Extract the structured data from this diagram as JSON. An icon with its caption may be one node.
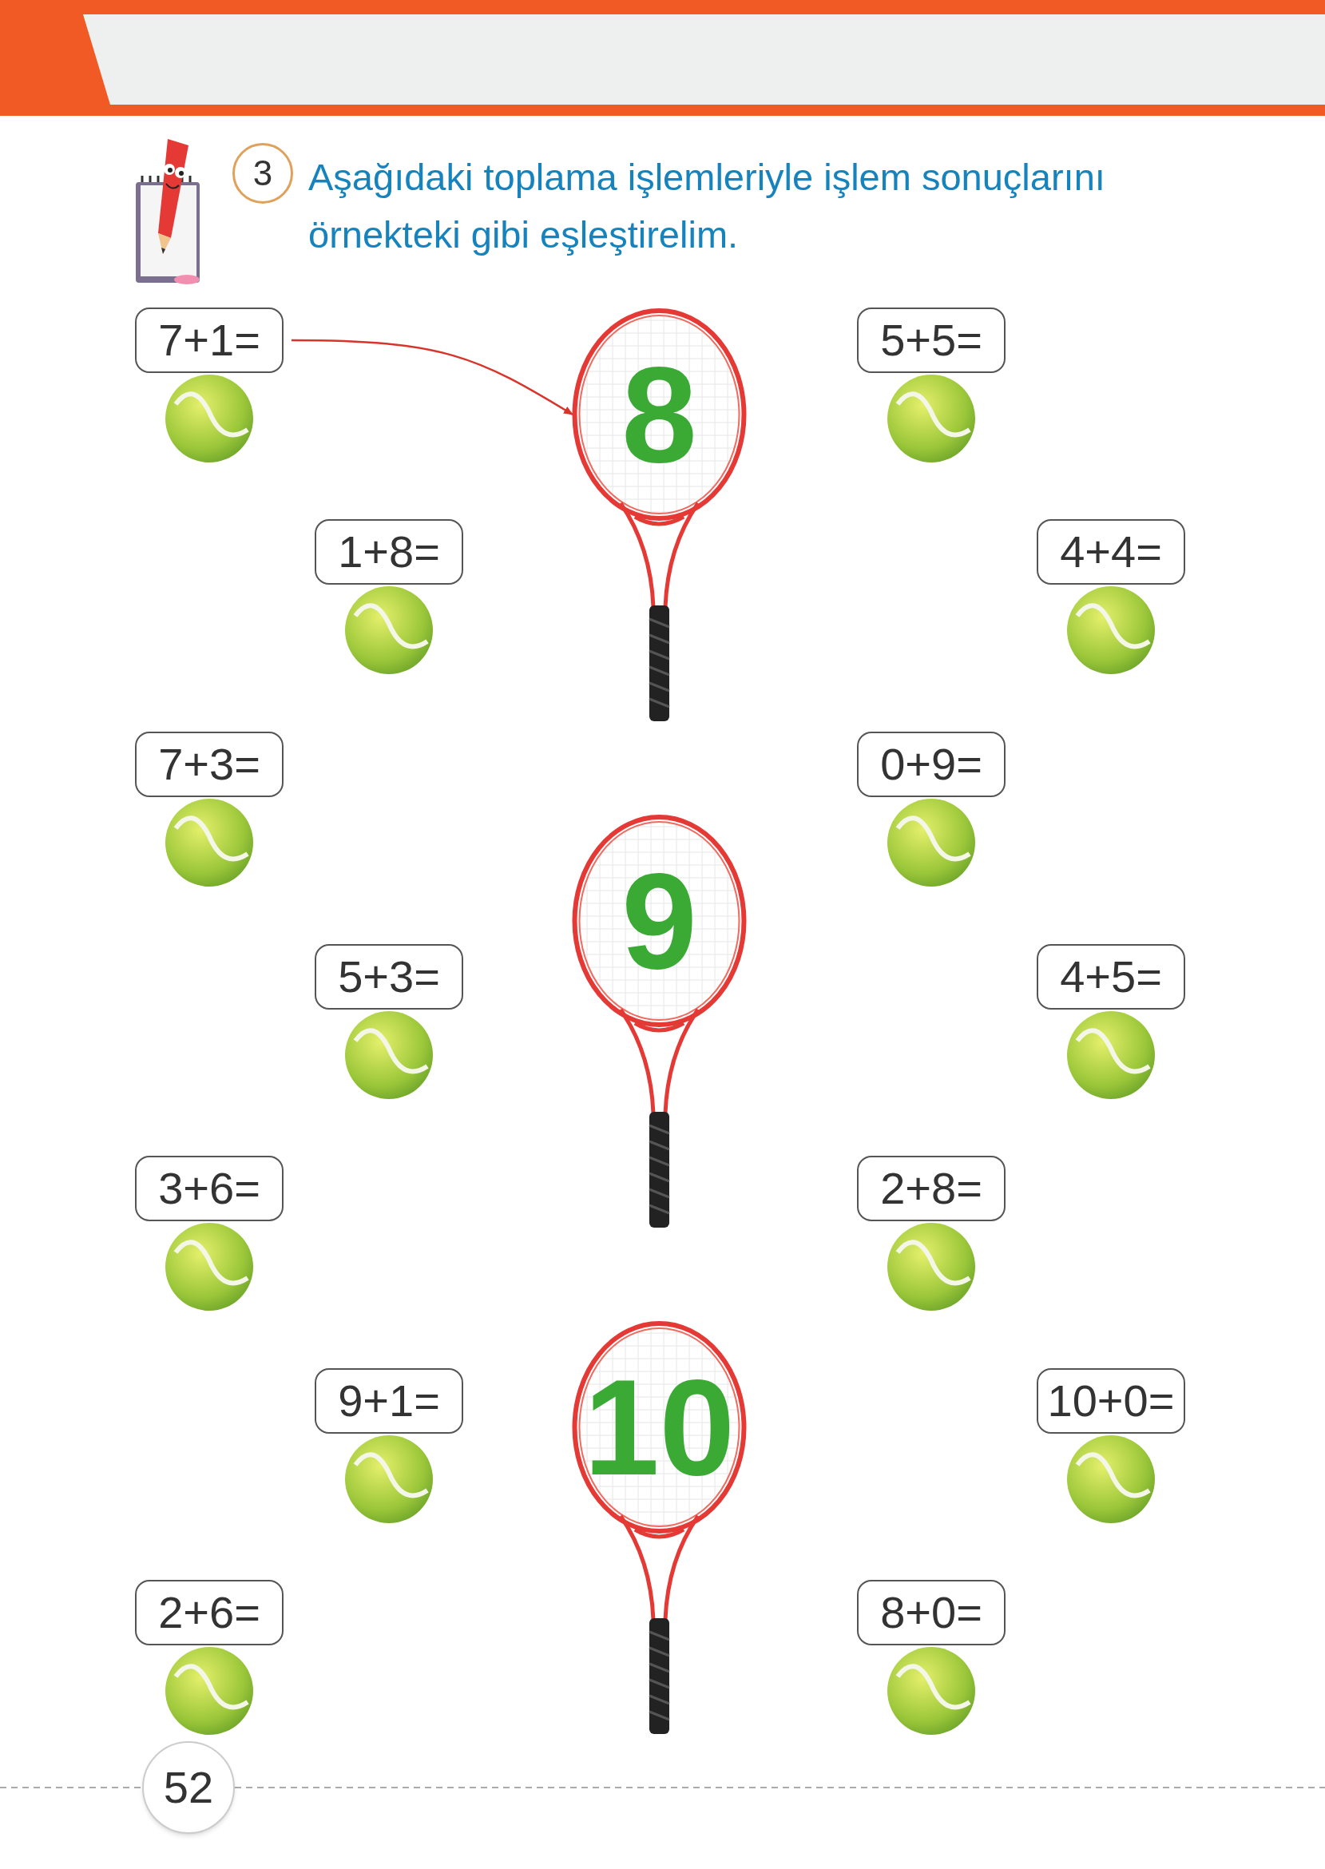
{
  "diagram": {
    "title": "Aşağıdaki toplama işlemleriyle işlem sonuçlarını örnekteki gibi eşleştirelim.",
    "nodes": [
      {
        "text": [
          "7+1="
        ]
      },
      {
        "text": [
          "8"
        ]
      },
      {
        "text": [
          "5+5="
        ]
      },
      {
        "text": [
          "1+8="
        ]
      },
      {
        "text": [
          "4+4="
        ]
      },
      {
        "text": [
          "7+3="
        ]
      },
      {
        "text": [
          "0+9="
        ]
      },
      {
        "text": [
          "9"
        ]
      },
      {
        "text": [
          "5+3="
        ]
      },
      {
        "text": [
          "4+5="
        ]
      },
      {
        "text": [
          "3+6="
        ]
      },
      {
        "text": [
          "2+8="
        ]
      },
      {
        "text": [
          "9+1="
        ]
      },
      {
        "text": [
          "10"
        ]
      },
      {
        "text": [
          "10+0="
        ]
      },
      {
        "text": [
          "2+6="
        ]
      },
      {
        "text": [
          "8+0="
        ]
      }
    ],
    "edges": [
      {
        "from": 0,
        "to": 1,
        "arrow": "to"
      }
    ],
    "labels": [
      "3",
      "52"
    ]
  }
}
